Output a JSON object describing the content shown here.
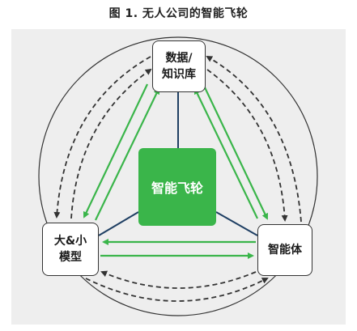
{
  "figure": {
    "title": "图 1. 无人公司的智能飞轮"
  },
  "nodes": {
    "top": "数据/\n知识库",
    "left": "大&小\n模型",
    "right": "智能体"
  },
  "center": {
    "label": "智能飞轮",
    "color": "#3ab54a"
  },
  "colors": {
    "panel_background": "#eeeeee",
    "connector": "#1f3f63",
    "solid_arrow": "#3ab54a",
    "dashed_arrow": "#333333",
    "outer_circle": "#333333"
  }
}
